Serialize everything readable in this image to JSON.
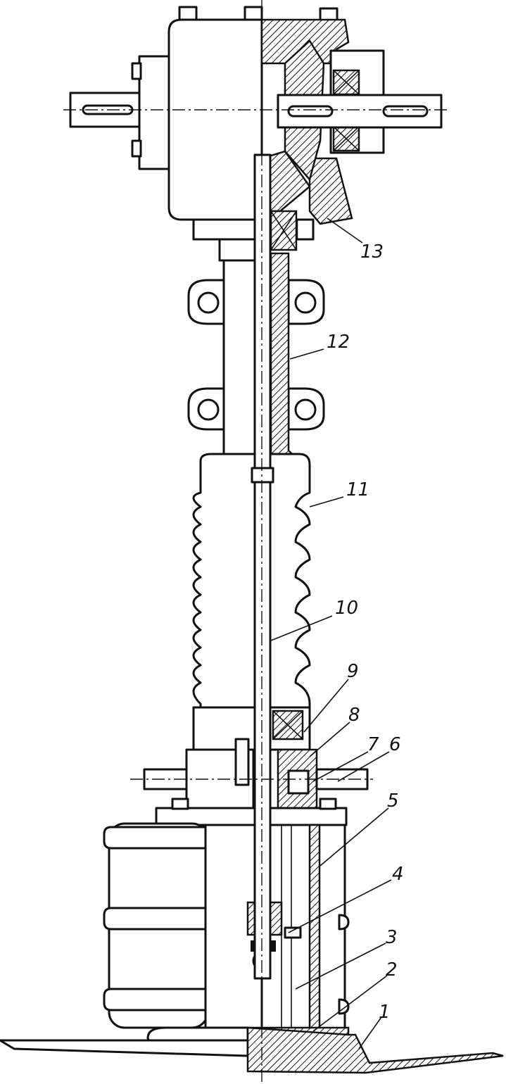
{
  "figure": {
    "callouts": [
      {
        "id": "1",
        "text": "1"
      },
      {
        "id": "2",
        "text": "2"
      },
      {
        "id": "3",
        "text": "3"
      },
      {
        "id": "4",
        "text": "4"
      },
      {
        "id": "5",
        "text": "5"
      },
      {
        "id": "6",
        "text": "6"
      },
      {
        "id": "7",
        "text": "7"
      },
      {
        "id": "8",
        "text": "8"
      },
      {
        "id": "9",
        "text": "9"
      },
      {
        "id": "10",
        "text": "10"
      },
      {
        "id": "11",
        "text": "11"
      },
      {
        "id": "12",
        "text": "12"
      },
      {
        "id": "13",
        "text": "13"
      }
    ],
    "colors": {
      "ink": "#111111",
      "paper": "#ffffff"
    }
  }
}
